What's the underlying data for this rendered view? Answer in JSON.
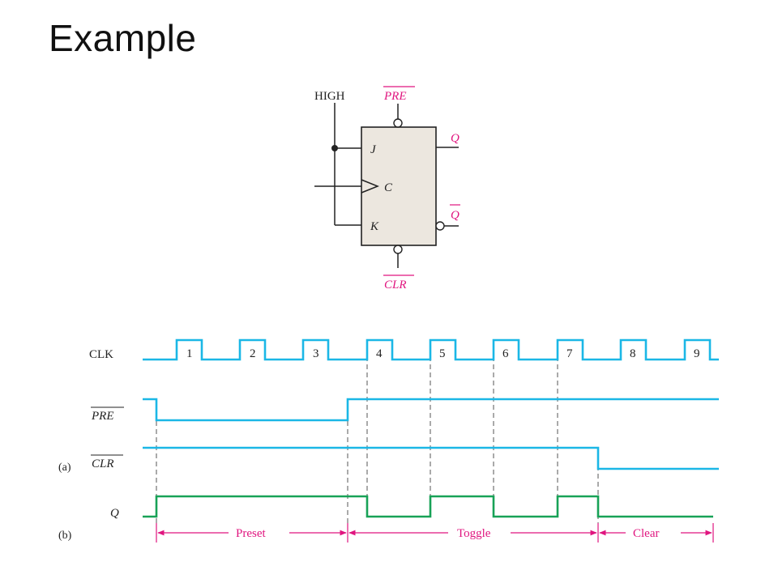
{
  "slide": {
    "title": "Example"
  },
  "colors": {
    "clk": "#1bb7e6",
    "pre": "#1bb7e6",
    "clr": "#1bb7e6",
    "q": "#18a257",
    "magenta": "#e0157f",
    "box_fill": "#ece7df",
    "ink": "#222222"
  },
  "circuit": {
    "high_label": "HIGH",
    "pre_label": "PRE",
    "clr_label": "CLR",
    "q_label": "Q",
    "qbar_label": "Q",
    "j_label": "J",
    "c_label": "C",
    "k_label": "K"
  },
  "timing": {
    "signal_labels": {
      "clk": "CLK",
      "pre": "PRE",
      "clr": "CLR",
      "q": "Q"
    },
    "pulse_labels": [
      "1",
      "2",
      "3",
      "4",
      "5",
      "6",
      "7",
      "8",
      "9"
    ],
    "part_a": "(a)",
    "part_b": "(b)",
    "intervals": [
      "Preset",
      "Toggle",
      "Clear"
    ]
  }
}
